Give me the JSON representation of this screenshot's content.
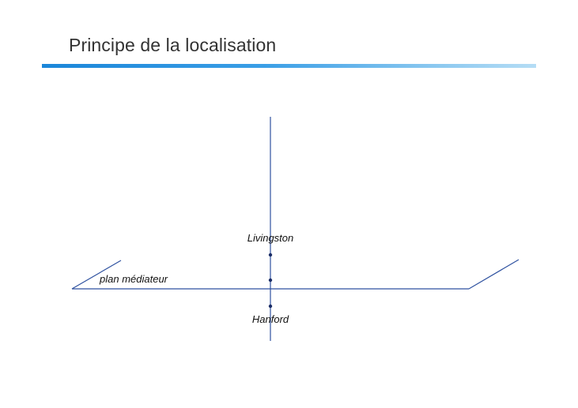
{
  "slide": {
    "title": "Principe de la localisation"
  },
  "diagram": {
    "plane_label": "plan médiateur",
    "detector_top": "Livingston",
    "detector_bottom": "Hanford"
  },
  "colors": {
    "line": "#2f52a0",
    "dot": "#1b2d66",
    "title_text": "#333333",
    "rule_start": "#1a86d9",
    "rule_end": "#b5ddf5"
  }
}
